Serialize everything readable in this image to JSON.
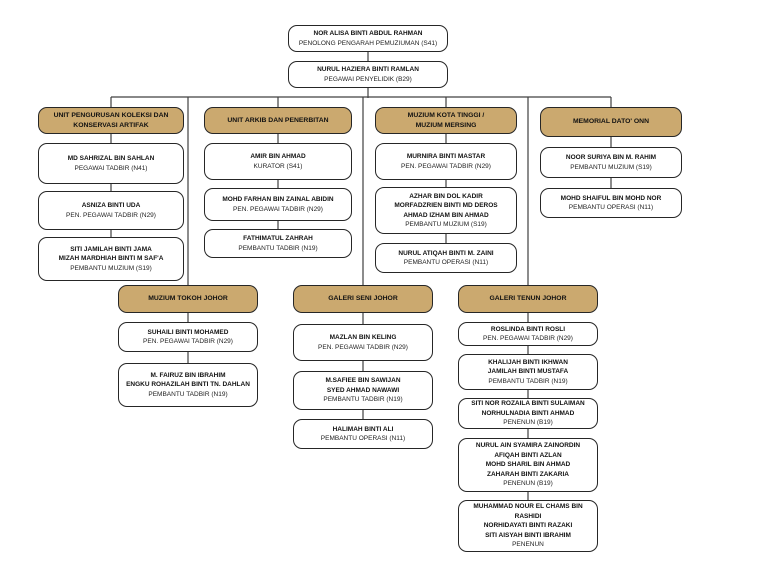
{
  "org": {
    "colors": {
      "header_fill": "#CBA96F",
      "box_border": "#262626",
      "line": "#404040"
    },
    "top": [
      {
        "names": "NOR ALISA BINTI ABDUL RAHMAN",
        "role": "PENOLONG PENGARAH PEMUZIUMAN (S41)"
      },
      {
        "names": "NURUL HAZIERA BINTI RAMLAN",
        "role": "PEGAWAI PENYELIDIK (B29)"
      }
    ],
    "units": [
      {
        "title": "UNIT PENGURUSAN KOLEKSI DAN\nKONSERVASI ARTIFAK",
        "staff": [
          {
            "names": "MD SAHRIZAL BIN SAHLAN",
            "role": "PEGAWAI TADBIR (N41)"
          },
          {
            "names": "ASNIZA BINTI UDA",
            "role": "PEN. PEGAWAI TADBIR (N29)"
          },
          {
            "names": "SITI JAMILAH BINTI JAMA\nMIZAH MARDHIAH BINTI M SAF'A",
            "role": "PEMBANTU MUZIUM (S19)"
          }
        ]
      },
      {
        "title": "UNIT ARKIB DAN PENERBITAN",
        "staff": [
          {
            "names": "AMIR BIN AHMAD",
            "role": "KURATOR (S41)"
          },
          {
            "names": "MOHD FARHAN BIN ZAINAL ABIDIN",
            "role": "PEN. PEGAWAI TADBIR (N29)"
          },
          {
            "names": "FATHIMATUL ZAHRAH",
            "role": "PEMBANTU TADBIR (N19)"
          }
        ]
      },
      {
        "title": "MUZIUM KOTA TINGGI /\nMUZIUM MERSING",
        "staff": [
          {
            "names": "MURNIRA BINTI MASTAR",
            "role": "PEN. PEGAWAI TADBIR (N29)"
          },
          {
            "names": "AZHAR BIN DOL KADIR\nMORFADZRIEN BINTI MD DEROS\nAHMAD IZHAM BIN AHMAD",
            "role": "PEMBANTU MUZIUM (S19)"
          },
          {
            "names": "NURUL ATIQAH BINTI M. ZAINI",
            "role": "PEMBANTU OPERASI (N11)"
          }
        ]
      },
      {
        "title": "MEMORIAL DATO' ONN",
        "staff": [
          {
            "names": "NOOR SURIYA BIN M. RAHIM",
            "role": "PEMBANTU MUZIUM (S19)"
          },
          {
            "names": "MOHD SHAIFUL BIN MOHD NOR",
            "role": "PEMBANTU OPERASI (N11)"
          }
        ]
      },
      {
        "title": "MUZIUM TOKOH JOHOR",
        "staff": [
          {
            "names": "SUHAILI BINTI MOHAMED",
            "role": "PEN. PEGAWAI TADBIR (N29)"
          },
          {
            "names": "M. FAIRUZ BIN IBRAHIM\nENGKU ROHAZILAH BINTI TN. DAHLAN",
            "role": "PEMBANTU TADBIR (N19)"
          }
        ]
      },
      {
        "title": "GALERI SENI JOHOR",
        "staff": [
          {
            "names": "MAZLAN BIN KELING",
            "role": "PEN. PEGAWAI TADBIR (N29)"
          },
          {
            "names": "M.SAFIEE BIN SAWIJAN\nSYED AHMAD NAWAWI",
            "role": "PEMBANTU TADBIR (N19)"
          },
          {
            "names": "HALIMAH BINTI ALI",
            "role": "PEMBANTU OPERASI (N11)"
          }
        ]
      },
      {
        "title": "GALERI TENUN JOHOR",
        "staff": [
          {
            "names": "ROSLINDA BINTI ROSLI",
            "role": "PEN. PEGAWAI TADBIR (N29)"
          },
          {
            "names": "KHALIJAH BINTI IKHWAN\nJAMILAH BINTI MUSTAFA",
            "role": "PEMBANTU TADBIR (N19)"
          },
          {
            "names": "SITI NOR ROZAILA BINTI SULAIMAN\nNORHULNADIA BINTI AHMAD",
            "role": "PENENUN (B19)"
          },
          {
            "names": "NURUL AIN SYAMIRA ZAINORDIN\nAFIQAH BINTI AZLAN\nMOHD SHARIL BIN AHMAD\nZAHARAH BINTI ZAKARIA",
            "role": "PENENUN (B19)"
          },
          {
            "names": "MUHAMMAD NOUR EL CHAMS BIN\nRASHIDI\nNORHIDAYATI BINTI RAZAKI\nSITI AISYAH BINTI IBRAHIM",
            "role": "PENENUN"
          }
        ]
      }
    ]
  }
}
